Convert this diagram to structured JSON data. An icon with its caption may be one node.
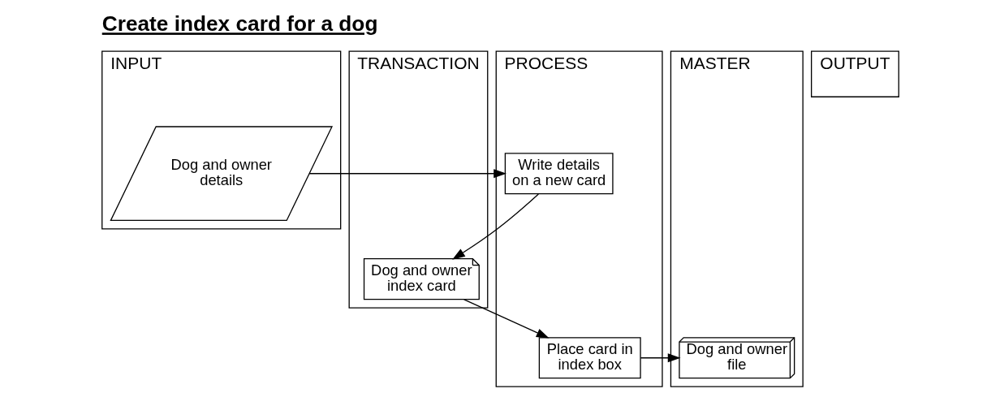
{
  "diagram": {
    "title": "Create index card for a dog",
    "nodes": [
      {
        "text": [
          "INPUT"
        ]
      },
      {
        "text": [
          "TRANSACTION"
        ]
      },
      {
        "text": [
          "PROCESS"
        ]
      },
      {
        "text": [
          "MASTER"
        ]
      },
      {
        "text": [
          "OUTPUT"
        ]
      },
      {
        "text": [
          "Dog and owner details"
        ],
        "in": 0
      },
      {
        "text": [
          "Write details on a new card"
        ],
        "in": 2
      },
      {
        "text": [
          "Dog and owner index card"
        ],
        "in": 1
      },
      {
        "text": [
          "Place card in index box"
        ],
        "in": 2
      },
      {
        "text": [
          "Dog and owner file"
        ],
        "in": 3
      }
    ],
    "edges": [
      {
        "from": 5,
        "to": 6,
        "arrow": "to"
      },
      {
        "from": 6,
        "to": 7,
        "arrow": "to"
      },
      {
        "from": 7,
        "to": 8,
        "arrow": "to"
      },
      {
        "from": 8,
        "to": 9,
        "arrow": "to"
      }
    ]
  }
}
